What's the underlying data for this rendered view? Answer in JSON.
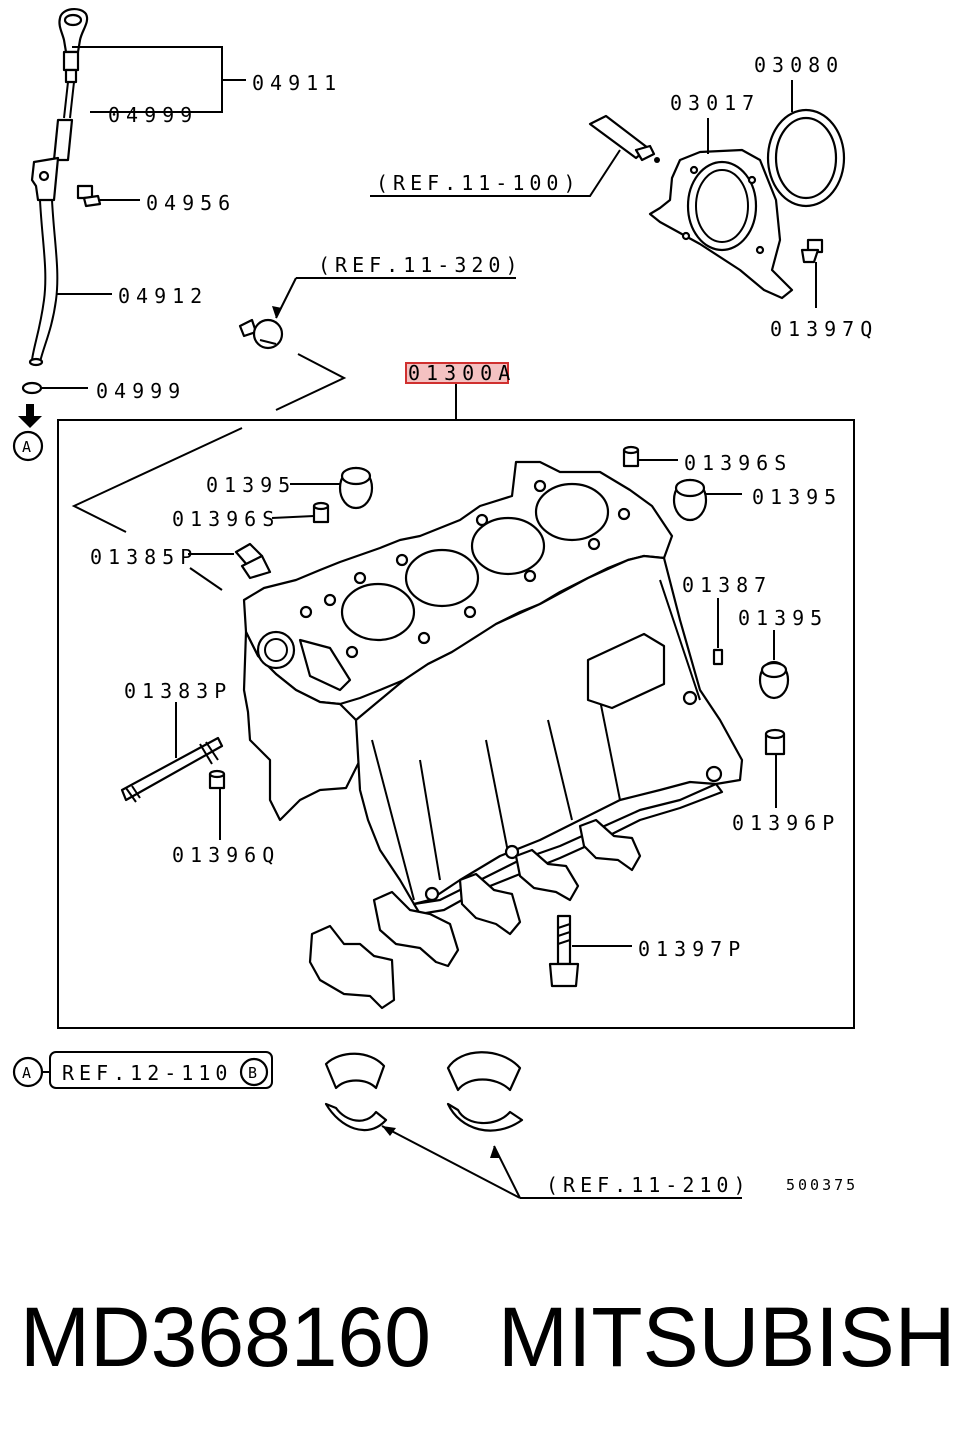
{
  "parts": {
    "p04911": "04911",
    "p04999_top": "04999",
    "p04956": "04956",
    "p04912": "04912",
    "p04999_bottom": "04999",
    "p03080": "03080",
    "p03017": "03017",
    "p01397Q": "01397Q",
    "p01300A": "01300A",
    "p01396S_right": "01396S",
    "p01395_topleft": "01395",
    "p01395_topright": "01395",
    "p01396S_left": "01396S",
    "p01385P": "01385P",
    "p01387": "01387",
    "p01395_right": "01395",
    "p01383P": "01383P",
    "p01396P": "01396P",
    "p01396Q": "01396Q",
    "p01397P": "01397P"
  },
  "refs": {
    "ref_11_100": "(REF.11-100)",
    "ref_11_320": "(REF.11-320)",
    "ref_12_110": "REF.12-110",
    "ref_11_210": "(REF.11-210)"
  },
  "markers": {
    "a_top": "A",
    "a_bottom": "A",
    "b_circle": "B"
  },
  "diagram_id": "500375",
  "caption": {
    "part_number": "MD368160",
    "brand": "MITSUBISHI"
  },
  "colors": {
    "highlight_fill": "#f4c2c2",
    "highlight_stroke": "#d0302f"
  }
}
